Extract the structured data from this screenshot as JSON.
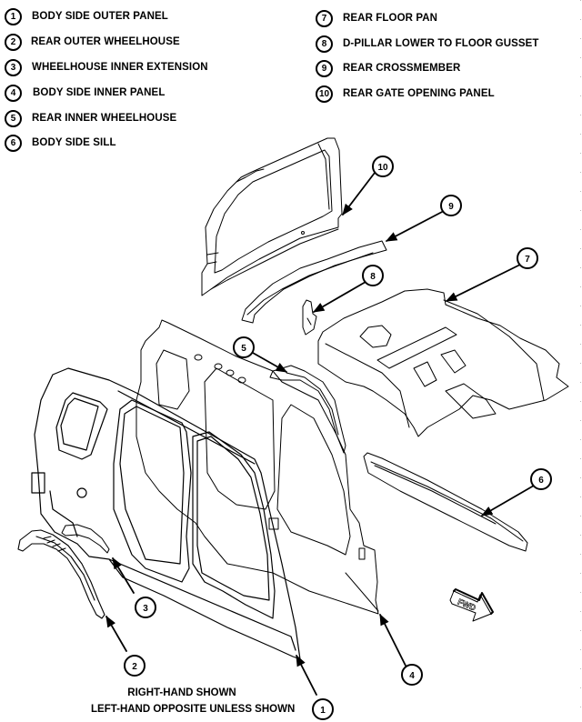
{
  "legend": [
    {
      "number": "1",
      "label": "BODY SIDE OUTER PANEL"
    },
    {
      "number": "2",
      "label": "REAR OUTER WHEELHOUSE"
    },
    {
      "number": "3",
      "label": "WHEELHOUSE INNER EXTENSION"
    },
    {
      "number": "4",
      "label": "BODY SIDE INNER PANEL"
    },
    {
      "number": "5",
      "label": "REAR INNER WHEELHOUSE"
    },
    {
      "number": "6",
      "label": "BODY SIDE SILL"
    },
    {
      "number": "7",
      "label": "REAR FLOOR PAN"
    },
    {
      "number": "8",
      "label": "D-PILLAR LOWER TO FLOOR GUSSET"
    },
    {
      "number": "9",
      "label": "REAR CROSSMEMBER"
    },
    {
      "number": "10",
      "label": "REAR GATE OPENING PANEL"
    }
  ],
  "callouts": {
    "c1": "1",
    "c2": "2",
    "c3": "3",
    "c4": "4",
    "c5": "5",
    "c6": "6",
    "c7": "7",
    "c8": "8",
    "c9": "9",
    "c10": "10"
  },
  "direction_indicator": "FWD",
  "footnote": {
    "line1": "RIGHT-HAND SHOWN",
    "line2": "LEFT-HAND OPPOSITE UNLESS SHOWN"
  },
  "colors": {
    "line": "#000000",
    "background": "#ffffff"
  }
}
